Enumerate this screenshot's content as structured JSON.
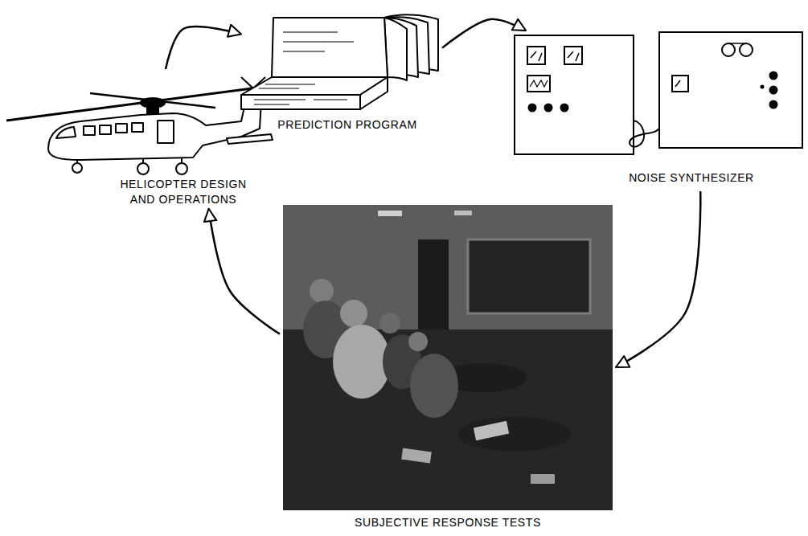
{
  "diagram": {
    "nodes": [
      {
        "text": [
          "HELICOPTER DESIGN AND OPERATIONS"
        ]
      },
      {
        "text": [
          "PREDICTION PROGRAM"
        ]
      },
      {
        "text": [
          "NOISE SYNTHESIZER"
        ]
      },
      {
        "text": [
          "SUBJECTIVE RESPONSE TESTS"
        ]
      }
    ],
    "edges": [
      {
        "from": 0,
        "to": 1,
        "arrow": "to"
      },
      {
        "from": 1,
        "to": 2,
        "arrow": "to"
      },
      {
        "from": 2,
        "to": 3,
        "arrow": "to"
      },
      {
        "from": 3,
        "to": 0,
        "arrow": "to"
      }
    ]
  }
}
